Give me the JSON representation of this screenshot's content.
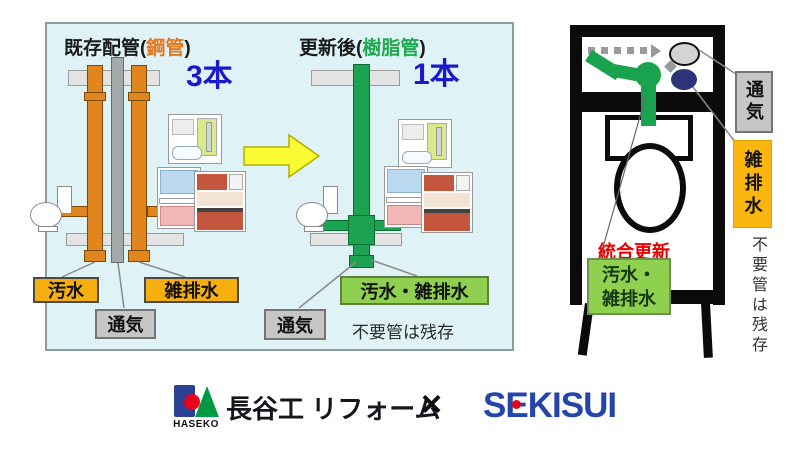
{
  "colors": {
    "panel_bg": "#DFF3F6",
    "steel_pipe": "#E0861C",
    "old_vent_pipe": "#A3A8A8",
    "resin_pipe": "#1CA351",
    "count_blue": "#1A1ACC",
    "steel_text": "#E07820",
    "resin_text": "#1FA84F",
    "sewage_label_bg": "#F5AF0F",
    "vent_label_bg": "#C6C6C6",
    "combined_label_bg": "#90D050",
    "arrow_yellow": "#FBFB33",
    "integration_red": "#EE0000",
    "drain_circle_navy": "#2B3478",
    "haseko_blue": "#2B3F93",
    "haseko_red": "#E8001E",
    "haseko_green": "#009A44",
    "sekisui_blue": "#2545AB"
  },
  "before": {
    "title_prefix": "既存配管(",
    "material": "鋼管",
    "title_suffix": ")",
    "pipe_count": "3本",
    "label_sewage": "汚水",
    "label_graywater": "雑排水",
    "label_vent": "通気"
  },
  "after": {
    "title_prefix": "更新後(",
    "material": "樹脂管",
    "title_suffix": ")",
    "pipe_count": "1本",
    "label_combined": "汚水・雑排水",
    "label_vent": "通気",
    "note": "不要管は残存"
  },
  "plan": {
    "label_vent": "通気",
    "label_graywater": "雑排水",
    "label_integration": "統合更新",
    "combined_line1": "汚水・",
    "combined_line2": "雑排水",
    "note": "不要管は残存"
  },
  "footer": {
    "haseko_caption": "HASEKO",
    "haseko_wordmark": "長谷工 リフォーム",
    "separator": "×",
    "sekisui_s": "S",
    "sekisui_e": "E",
    "sekisui_kisui": "KISUI"
  }
}
